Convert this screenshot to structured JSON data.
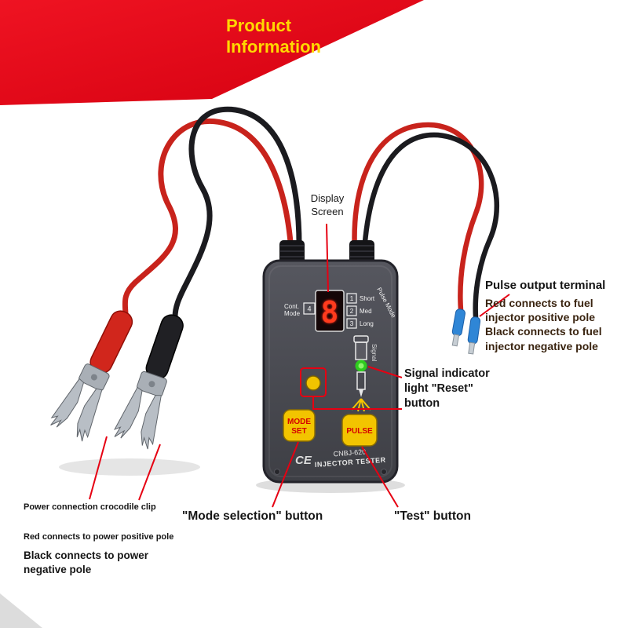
{
  "banner": {
    "title_line1": "Product",
    "title_line2": "Information"
  },
  "device": {
    "model": "CNBJ-620",
    "name": "INJECTOR TESTER",
    "ce_mark": "CE",
    "display_digit": "8",
    "cont_label_line1": "Cont.",
    "cont_label_line2": "Mode",
    "cont_value": "4",
    "pulse_mode_label": "Pulse Mode",
    "modes": [
      {
        "num": "1",
        "label": "Short"
      },
      {
        "num": "2",
        "label": "Med"
      },
      {
        "num": "3",
        "label": "Long"
      }
    ],
    "signal_label": "Signal",
    "mode_button_line1": "MODE",
    "mode_button_line2": "SET",
    "pulse_button": "PULSE"
  },
  "annotations": {
    "display_screen_line1": "Display",
    "display_screen_line2": "Screen",
    "pulse_output_title": "Pulse output terminal",
    "pulse_output_red": "Red connects to fuel injector positive pole",
    "pulse_output_black": "Black connects to fuel injector negative pole",
    "signal_indicator": "Signal indicator light \"Reset\" button",
    "mode_selection": "\"Mode selection\" button",
    "test": "\"Test\" button",
    "crocodile_clip": "Power connection crocodile clip",
    "power_positive": "Red connects to power positive pole",
    "power_negative": "Black connects to power negative pole"
  },
  "colors": {
    "banner_red": "#e60012",
    "title_yellow": "#ffd800",
    "annotation_red": "#e60012",
    "button_yellow": "#f2c400",
    "led_green": "#2ecc1e",
    "terminal_blue": "#2f86d6",
    "cable_red": "#c8231c",
    "cable_black": "#1b1b1f"
  }
}
